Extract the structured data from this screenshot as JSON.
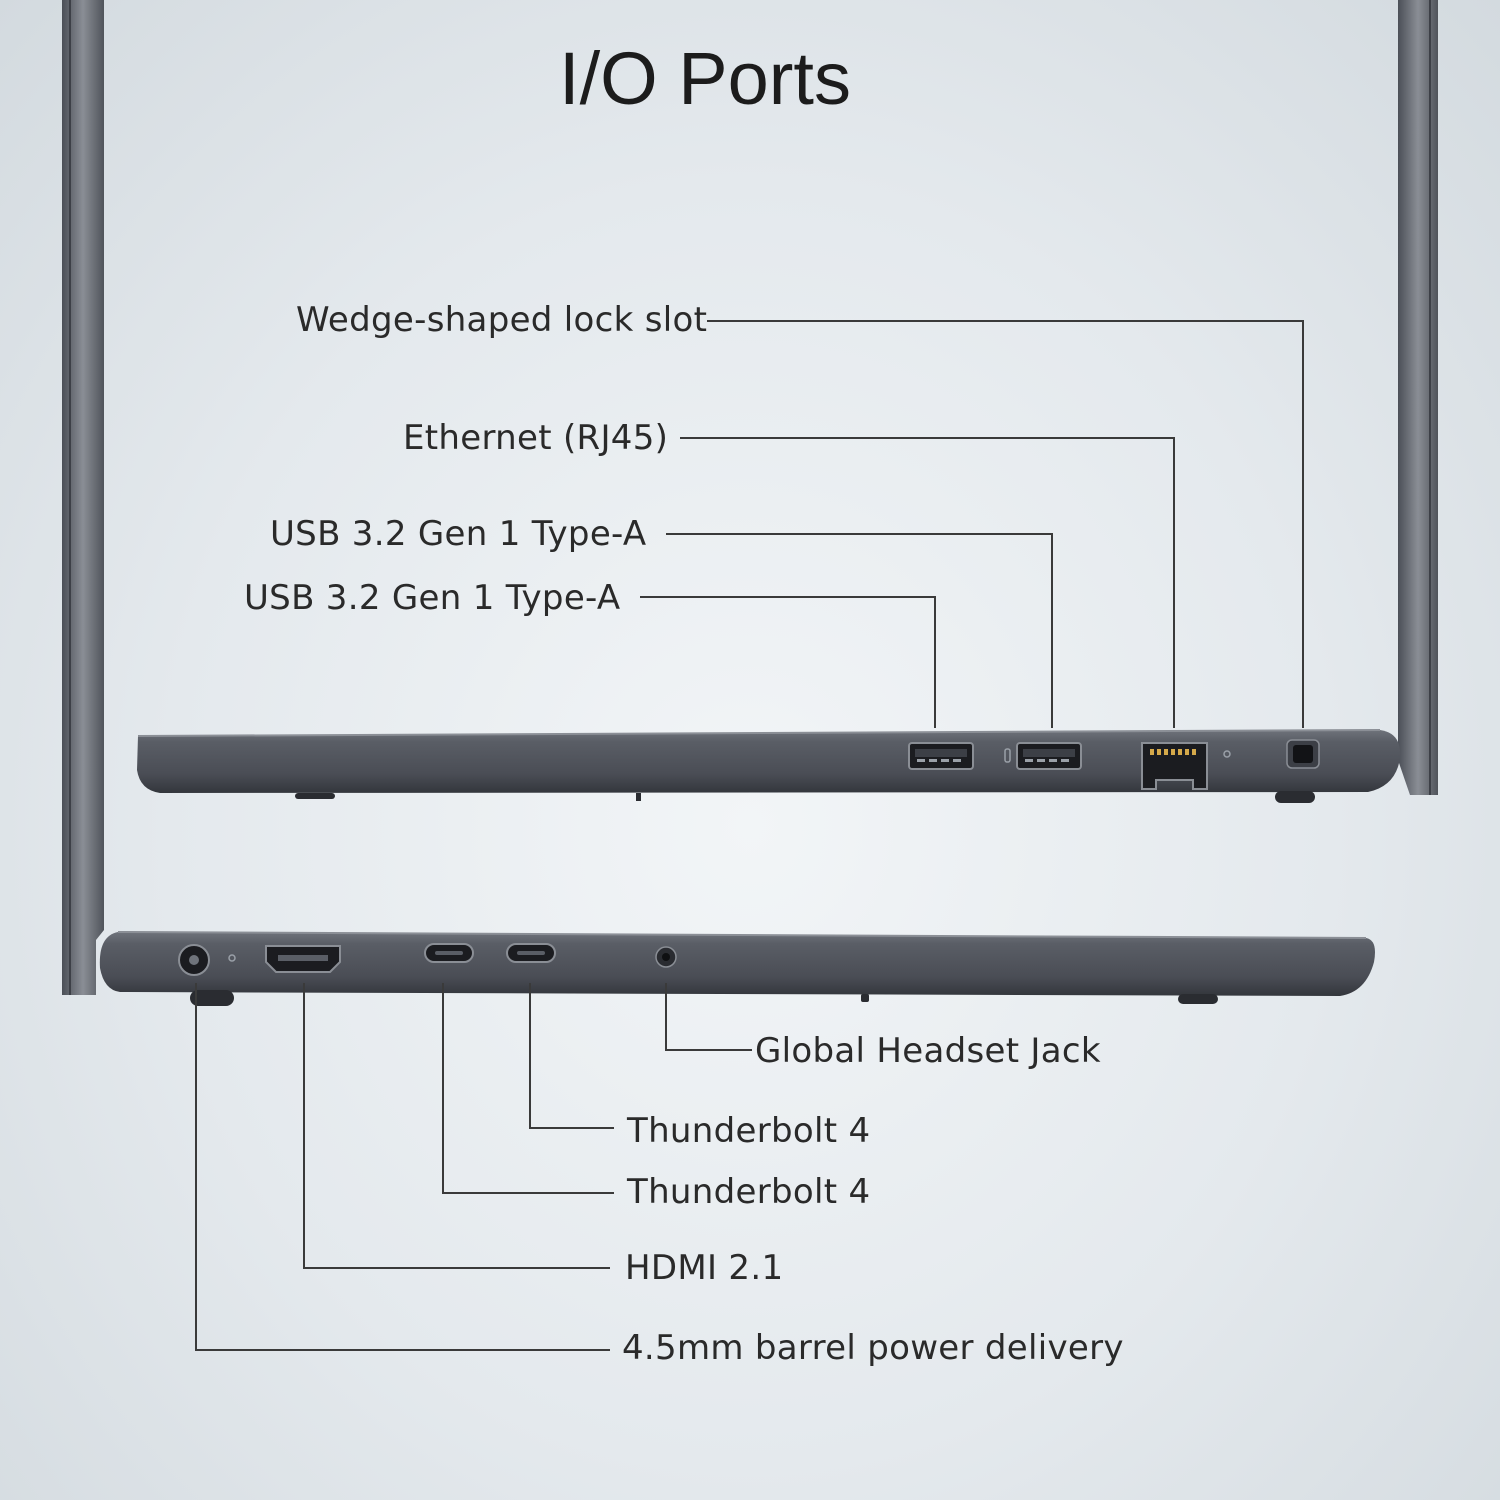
{
  "title": "I/O Ports",
  "right_side": {
    "labels": [
      {
        "id": "lock",
        "text": "Wedge-shaped lock slot"
      },
      {
        "id": "ethernet",
        "text": "Ethernet (RJ45)"
      },
      {
        "id": "usb_a_1",
        "text": "USB 3.2 Gen 1 Type-A"
      },
      {
        "id": "usb_a_2",
        "text": "USB 3.2 Gen 1 Type-A"
      }
    ]
  },
  "left_side": {
    "labels": [
      {
        "id": "headset",
        "text": "Global Headset Jack"
      },
      {
        "id": "tb4_1",
        "text": "Thunderbolt 4"
      },
      {
        "id": "tb4_2",
        "text": "Thunderbolt 4"
      },
      {
        "id": "hdmi",
        "text": "HDMI 2.1"
      },
      {
        "id": "power",
        "text": "4.5mm barrel power delivery"
      }
    ]
  },
  "colors": {
    "chassis": "#52565e",
    "chassis_dark": "#3c3f46",
    "port": "#1b1c20",
    "leader_line": "#3a3a3a"
  }
}
